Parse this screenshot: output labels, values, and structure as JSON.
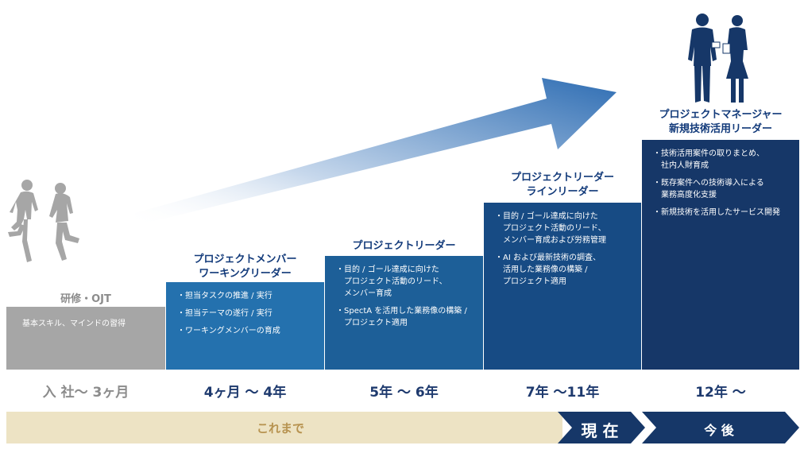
{
  "steps": [
    {
      "title_lines": [
        "研修・OJT"
      ],
      "items": [
        [
          "基本スキル、マインドの習得"
        ]
      ],
      "period": "入 社〜 3ヶ月"
    },
    {
      "title_lines": [
        "プロジェクトメンバー",
        "ワーキングリーダー"
      ],
      "items": [
        [
          "担当タスクの推進 / 実行"
        ],
        [
          "担当テーマの遂行 / 実行"
        ],
        [
          "ワーキングメンバーの育成"
        ]
      ],
      "period": "4ヶ月 〜 4年"
    },
    {
      "title_lines": [
        "プロジェクトリーダー"
      ],
      "items": [
        [
          "目的 / ゴール達成に向けた",
          "プロジェクト活動のリード、",
          "メンバー育成"
        ],
        [
          "SpectA を活用した業務像の構築 /",
          "プロジェクト適用"
        ]
      ],
      "period": "5年 〜 6年"
    },
    {
      "title_lines": [
        "プロジェクトリーダー",
        "ラインリーダー"
      ],
      "items": [
        [
          "目的 / ゴール達成に向けた",
          "プロジェクト活動のリード、",
          "メンバー育成および労務管理"
        ],
        [
          "AI および最新技術の調査、",
          "活用した業務像の構築 /",
          "プロジェクト適用"
        ]
      ],
      "period": "7年 〜11年"
    },
    {
      "title_lines": [
        "プロジェクトマネージャー",
        "新規技術活用リーダー"
      ],
      "items": [
        [
          "技術活用案件の取りまとめ、",
          "社内人財育成"
        ],
        [
          "既存案件への技術導入による",
          "業務高度化支援"
        ],
        [
          "新規技術を活用したサービス開発"
        ]
      ],
      "period": "12年 〜"
    }
  ],
  "timeline": {
    "past": "これまで",
    "now": "現 在",
    "future": "今 後"
  },
  "colors": {
    "gray": "#a6a6a6",
    "blue1": "#2471ae",
    "blue2": "#1d5f98",
    "blue3": "#174b84",
    "blue4": "#163768",
    "beige": "#ede3c4",
    "title": "#123a7a"
  },
  "icons": [
    "running-people-icon",
    "business-people-icon",
    "growth-arrow-icon"
  ]
}
